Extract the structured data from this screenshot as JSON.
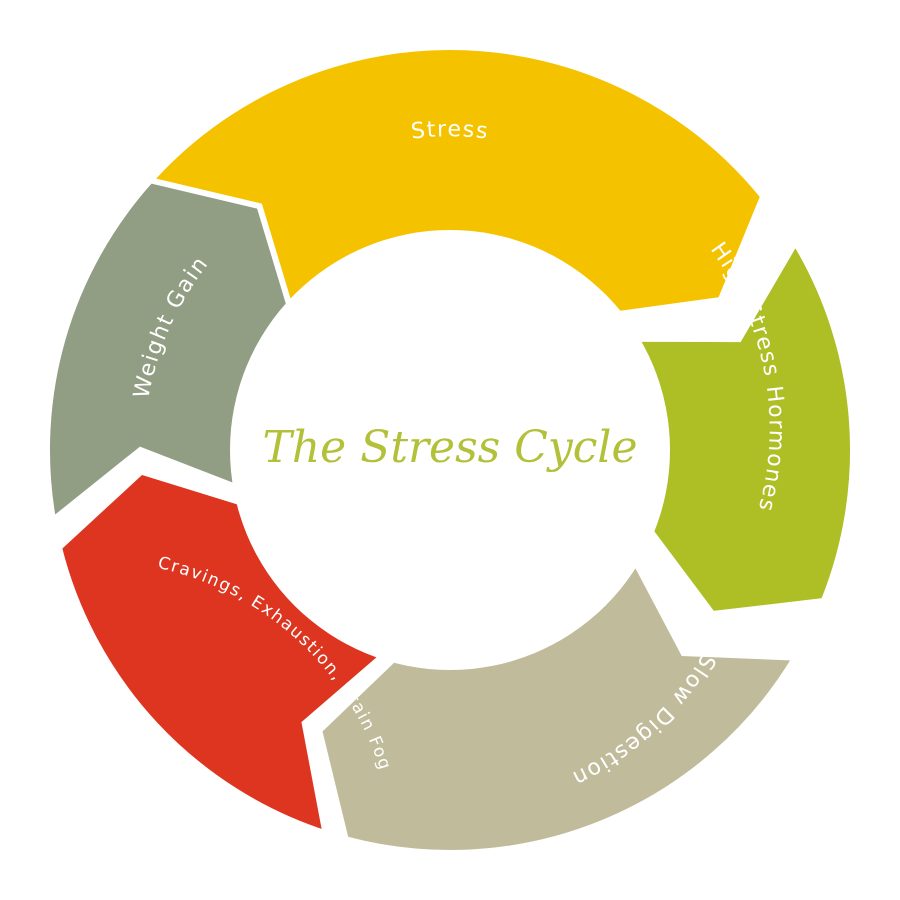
{
  "diagram": {
    "title": "The Stress Cycle",
    "stages": [
      {
        "label": "Stress",
        "color": "#f5c200"
      },
      {
        "label": "High Stress Hormones",
        "color": "#aebe25"
      },
      {
        "label": "Slow Digestion",
        "color": "#c0bc9b"
      },
      {
        "label": "Cravings, Exhaustion, Brain Fog",
        "color": "#dd3520"
      },
      {
        "label": "Weight Gain",
        "color": "#929e83"
      }
    ],
    "title_color": "#b3c03a",
    "background": "#ffffff"
  }
}
